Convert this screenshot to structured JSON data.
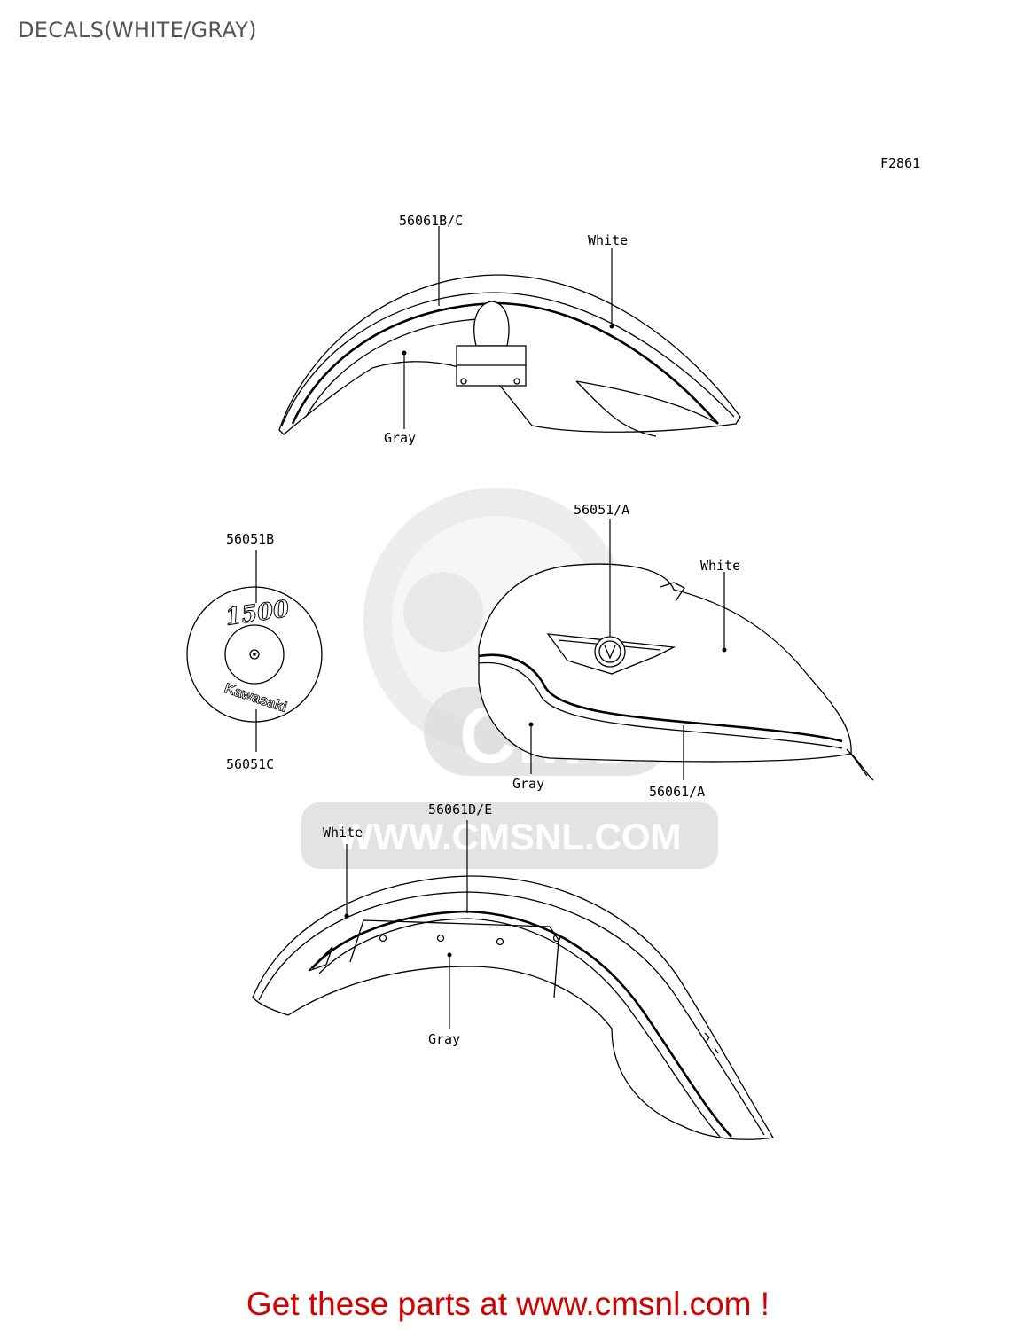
{
  "title": "DECALS(WHITE/GRAY)",
  "figure_code": "F2861",
  "watermark": {
    "brand": "CMS",
    "url": "WWW.CMSNL.COM"
  },
  "front_fender": {
    "part_label": "56061B/C",
    "white_label": "White",
    "gray_label": "Gray"
  },
  "emblem": {
    "top_label": "56051B",
    "bottom_label": "56051C",
    "top_text": "1500",
    "bottom_text": "Kawasaki"
  },
  "fuel_tank": {
    "emblem_label": "56051/A",
    "white_label": "White",
    "gray_label": "Gray",
    "stripe_label": "56061/A"
  },
  "rear_fender": {
    "part_label": "56061D/E",
    "white_label": "White",
    "gray_label": "Gray"
  },
  "cta": "Get these parts at www.cmsnl.com !"
}
